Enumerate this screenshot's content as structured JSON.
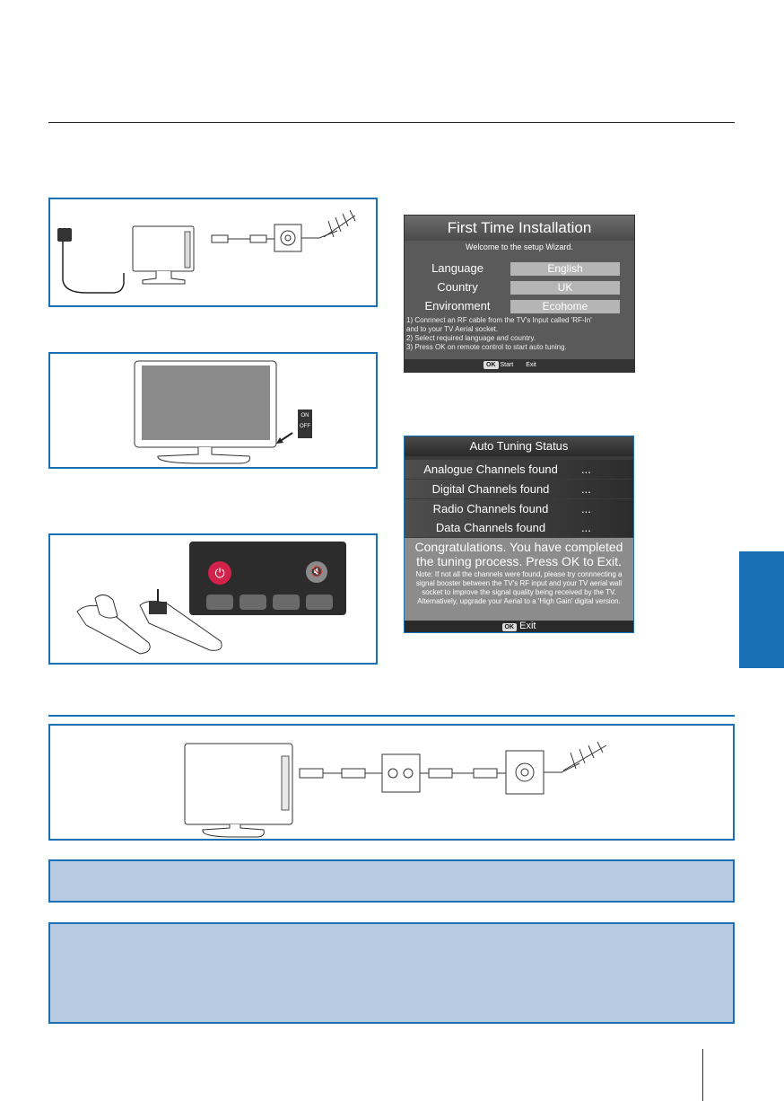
{
  "colors": {
    "accent": "#1a6fb5",
    "note_fill": "#b7cbe3"
  },
  "first_time_installation": {
    "title": "First Time Installation",
    "subtitle": "Welcome to the setup Wizard.",
    "rows": [
      {
        "label": "Language",
        "value": "English"
      },
      {
        "label": "Country",
        "value": "UK"
      },
      {
        "label": "Environment",
        "value": "Ecohome"
      }
    ],
    "instructions": [
      "1) Connnect an RF cable from the TV's Input called 'RF-In'",
      "and to your TV Aerial socket.",
      "2) Select required language and country.",
      "3) Press OK on remote control to start auto tuning."
    ],
    "footer_ok": "OK",
    "footer_start": "Start",
    "footer_exit": "Exit"
  },
  "auto_tuning": {
    "title": "Auto Tuning Status",
    "rows": [
      {
        "label": "Analogue  Channels found",
        "dots": "..."
      },
      {
        "label": "Digital Channels found",
        "dots": "..."
      },
      {
        "label": "Radio Channels found",
        "dots": "..."
      },
      {
        "label": "Data Channels found",
        "dots": "..."
      }
    ],
    "congrats_line1": "Congratulations. You have completed",
    "congrats_line2": "the tuning process. Press OK to Exit.",
    "note": "Note: If not all the channels were found, please try connnecting a signal booster between the TV's RF input and your TV aerial wall socket to improve the signal quality being received by the TV. Alternatively, upgrade your Aerial to a 'High Gain' digital version.",
    "footer_ok": "OK",
    "footer_exit": "Exit"
  },
  "power_switch": {
    "on": "ON",
    "off": "OFF"
  }
}
